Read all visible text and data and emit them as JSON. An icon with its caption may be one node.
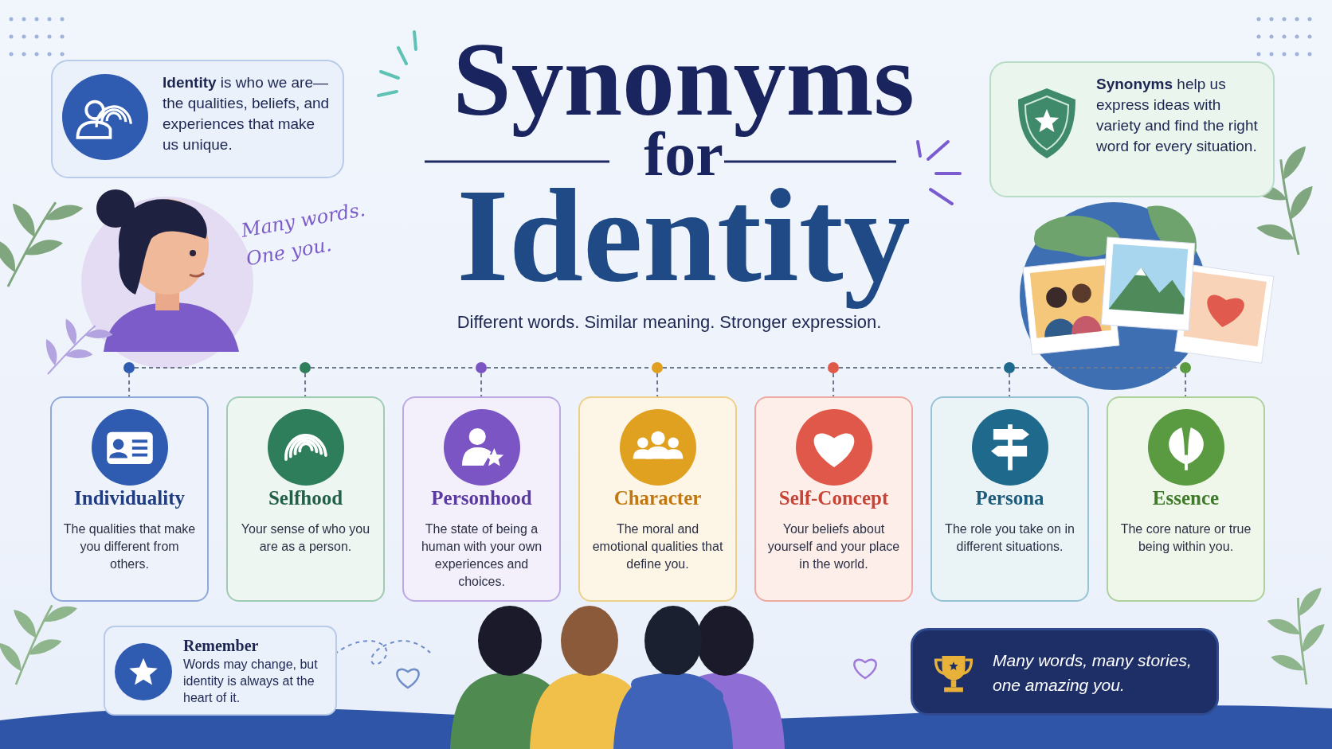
{
  "diagram": {
    "title": "Synonyms for Identity",
    "nodes": [
      {
        "text": [
          "**Identity** is who we are—the qualities, beliefs, and experiences that make us unique."
        ]
      },
      {
        "text": [
          "**Synonyms** help us express ideas with variety and find the right word for every situation."
        ]
      },
      {
        "text": [],
        "shape": "circle"
      },
      {
        "text": [],
        "shape": "circle"
      },
      {
        "text": [],
        "shape": "circle"
      },
      {
        "text": [],
        "shape": "circle"
      },
      {
        "text": [],
        "shape": "circle"
      },
      {
        "text": [],
        "shape": "circle"
      },
      {
        "text": [],
        "shape": "circle"
      },
      {
        "text": [
          "Individuality",
          "The qualities that make you different from others."
        ]
      },
      {
        "text": [
          "Selfhood",
          "Your sense of who you are as a person."
        ]
      },
      {
        "text": [
          "Personhood",
          "The state of being a human with your own experiences and choices."
        ]
      },
      {
        "text": [
          "Character",
          "The moral and emotional qualities that define you."
        ]
      },
      {
        "text": [
          "Self-Concept",
          "Your beliefs about yourself and your place in the world."
        ]
      },
      {
        "text": [
          "Persona",
          "The role you take on in different situations."
        ]
      },
      {
        "text": [
          "Essence",
          "The core nature or true being within you."
        ]
      },
      {
        "text": [
          "Remember",
          "Words may change, but identity is always at the heart of it."
        ]
      },
      {
        "text": [
          "Many words, many stories, one amazing you."
        ]
      }
    ],
    "edges": [
      {
        "from": 2,
        "to": 3,
        "arrow": "none",
        "style": "dashed"
      },
      {
        "from": 3,
        "to": 4,
        "arrow": "none",
        "style": "dashed"
      },
      {
        "from": 4,
        "to": 5,
        "arrow": "none",
        "style": "dashed"
      },
      {
        "from": 5,
        "to": 6,
        "arrow": "none",
        "style": "dashed"
      },
      {
        "from": 6,
        "to": 7,
        "arrow": "none",
        "style": "dashed"
      },
      {
        "from": 7,
        "to": 8,
        "arrow": "none",
        "style": "dashed"
      },
      {
        "from": 2,
        "to": 9,
        "arrow": "none",
        "style": "dashed"
      },
      {
        "from": 3,
        "to": 10,
        "arrow": "none",
        "style": "dashed"
      },
      {
        "from": 4,
        "to": 11,
        "arrow": "none",
        "style": "dashed"
      },
      {
        "from": 5,
        "to": 12,
        "arrow": "none",
        "style": "dashed"
      },
      {
        "from": 6,
        "to": 13,
        "arrow": "none",
        "style": "dashed"
      },
      {
        "from": 7,
        "to": 14,
        "arrow": "none",
        "style": "dashed"
      },
      {
        "from": 8,
        "to": 15,
        "arrow": "none",
        "style": "dashed"
      }
    ],
    "labels": [
      "Many words. One you.",
      "Different words. Similar meaning. Stronger expression."
    ]
  }
}
